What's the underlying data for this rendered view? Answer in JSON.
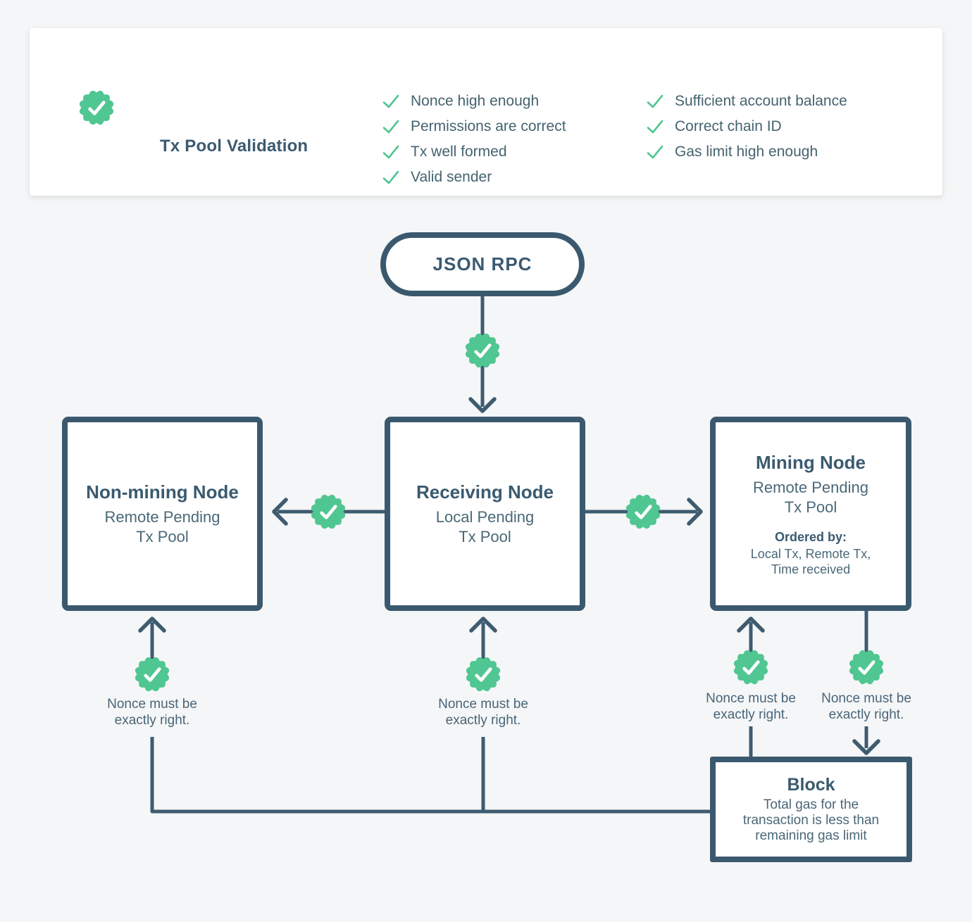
{
  "colors": {
    "accent_green": "#50c692",
    "slate_dark": "#3a5a70",
    "slate_text": "#45636f",
    "line": "#3e5c70",
    "background": "#f5f6f7",
    "card_background": "#ffffff"
  },
  "validation_card": {
    "badge_icon": "seal-check-icon",
    "title": "Tx Pool Validation",
    "checks_col1": [
      "Nonce high enough",
      "Permissions are correct",
      "Tx well formed",
      "Valid sender"
    ],
    "checks_col2": [
      "Sufficient account balance",
      "Correct chain ID",
      "Gas limit high enough"
    ]
  },
  "flow": {
    "entry": {
      "label": "JSON RPC"
    },
    "nodes": {
      "non_mining": {
        "title": "Non-mining Node",
        "subtitle": "Remote Pending\nTx Pool"
      },
      "receiving": {
        "title": "Receiving Node",
        "subtitle": "Local Pending\nTx Pool"
      },
      "mining": {
        "title": "Mining Node",
        "subtitle": "Remote Pending\nTx Pool",
        "ordered_by_label": "Ordered by:",
        "ordered_by": "Local Tx, Remote Tx,\nTime received"
      },
      "block": {
        "title": "Block",
        "subtitle": "Total gas for the\ntransaction is less than\nremaining gas limit"
      }
    },
    "annotations": {
      "nonce_note": "Nonce must be\nexactly right."
    }
  }
}
